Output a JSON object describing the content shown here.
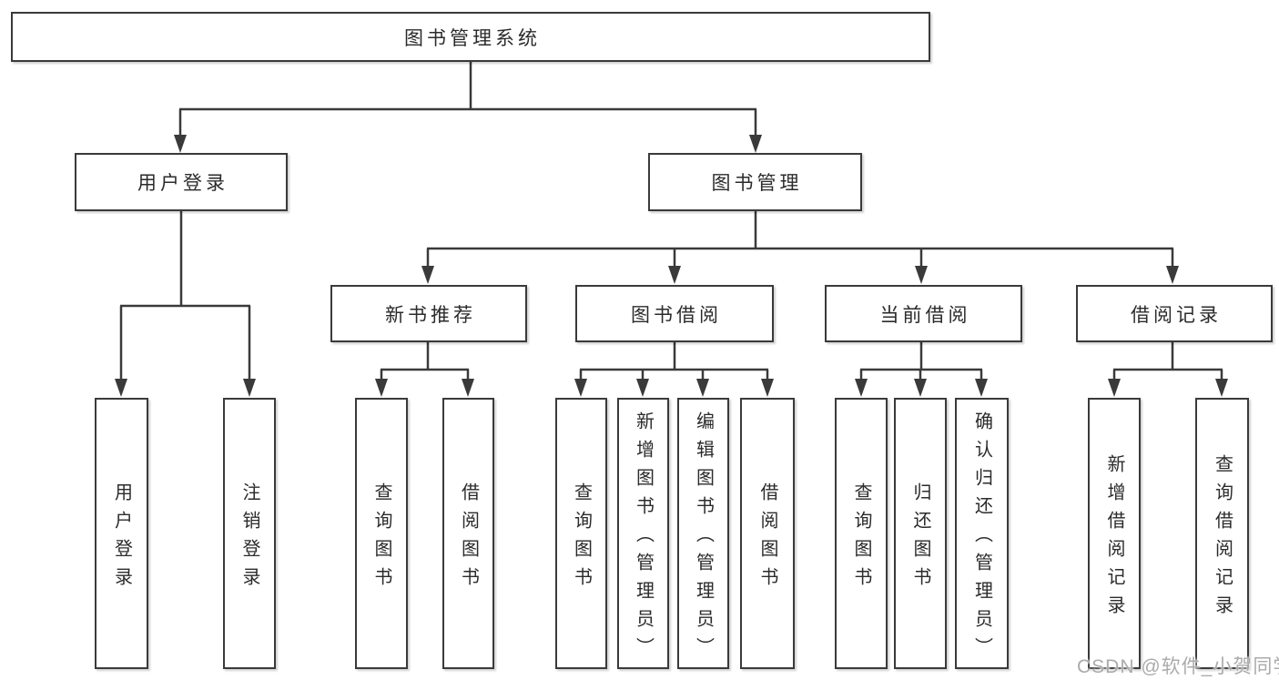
{
  "diagram": {
    "root": {
      "label": "图书管理系统"
    },
    "level2": [
      {
        "label": "用户登录"
      },
      {
        "label": "图书管理"
      }
    ],
    "level3": [
      {
        "label": "新书推荐",
        "parent": "图书管理"
      },
      {
        "label": "图书借阅",
        "parent": "图书管理"
      },
      {
        "label": "当前借阅",
        "parent": "图书管理"
      },
      {
        "label": "借阅记录",
        "parent": "图书管理"
      }
    ],
    "leaves": [
      {
        "label": "用户登录",
        "parent": "用户登录"
      },
      {
        "label": "注销登录",
        "parent": "用户登录"
      },
      {
        "label": "查询图书",
        "parent": "新书推荐"
      },
      {
        "label": "借阅图书",
        "parent": "新书推荐"
      },
      {
        "label": "查询图书",
        "parent": "图书借阅"
      },
      {
        "label": "新增图书（管理员）",
        "parent": "图书借阅"
      },
      {
        "label": "编辑图书（管理员）",
        "parent": "图书借阅"
      },
      {
        "label": "借阅图书",
        "parent": "图书借阅"
      },
      {
        "label": "查询图书",
        "parent": "当前借阅"
      },
      {
        "label": "归还图书",
        "parent": "当前借阅"
      },
      {
        "label": "确认归还（管理员）",
        "parent": "当前借阅"
      },
      {
        "label": "新增借阅记录",
        "parent": "借阅记录"
      },
      {
        "label": "查询借阅记录",
        "parent": "借阅记录"
      }
    ]
  },
  "watermark": {
    "text": "CSDN @软件_小贺同学"
  },
  "colors": {
    "line": "#3a3a3a",
    "text": "#2b2b2b",
    "watermark": "#ababab",
    "background": "#ffffff"
  }
}
